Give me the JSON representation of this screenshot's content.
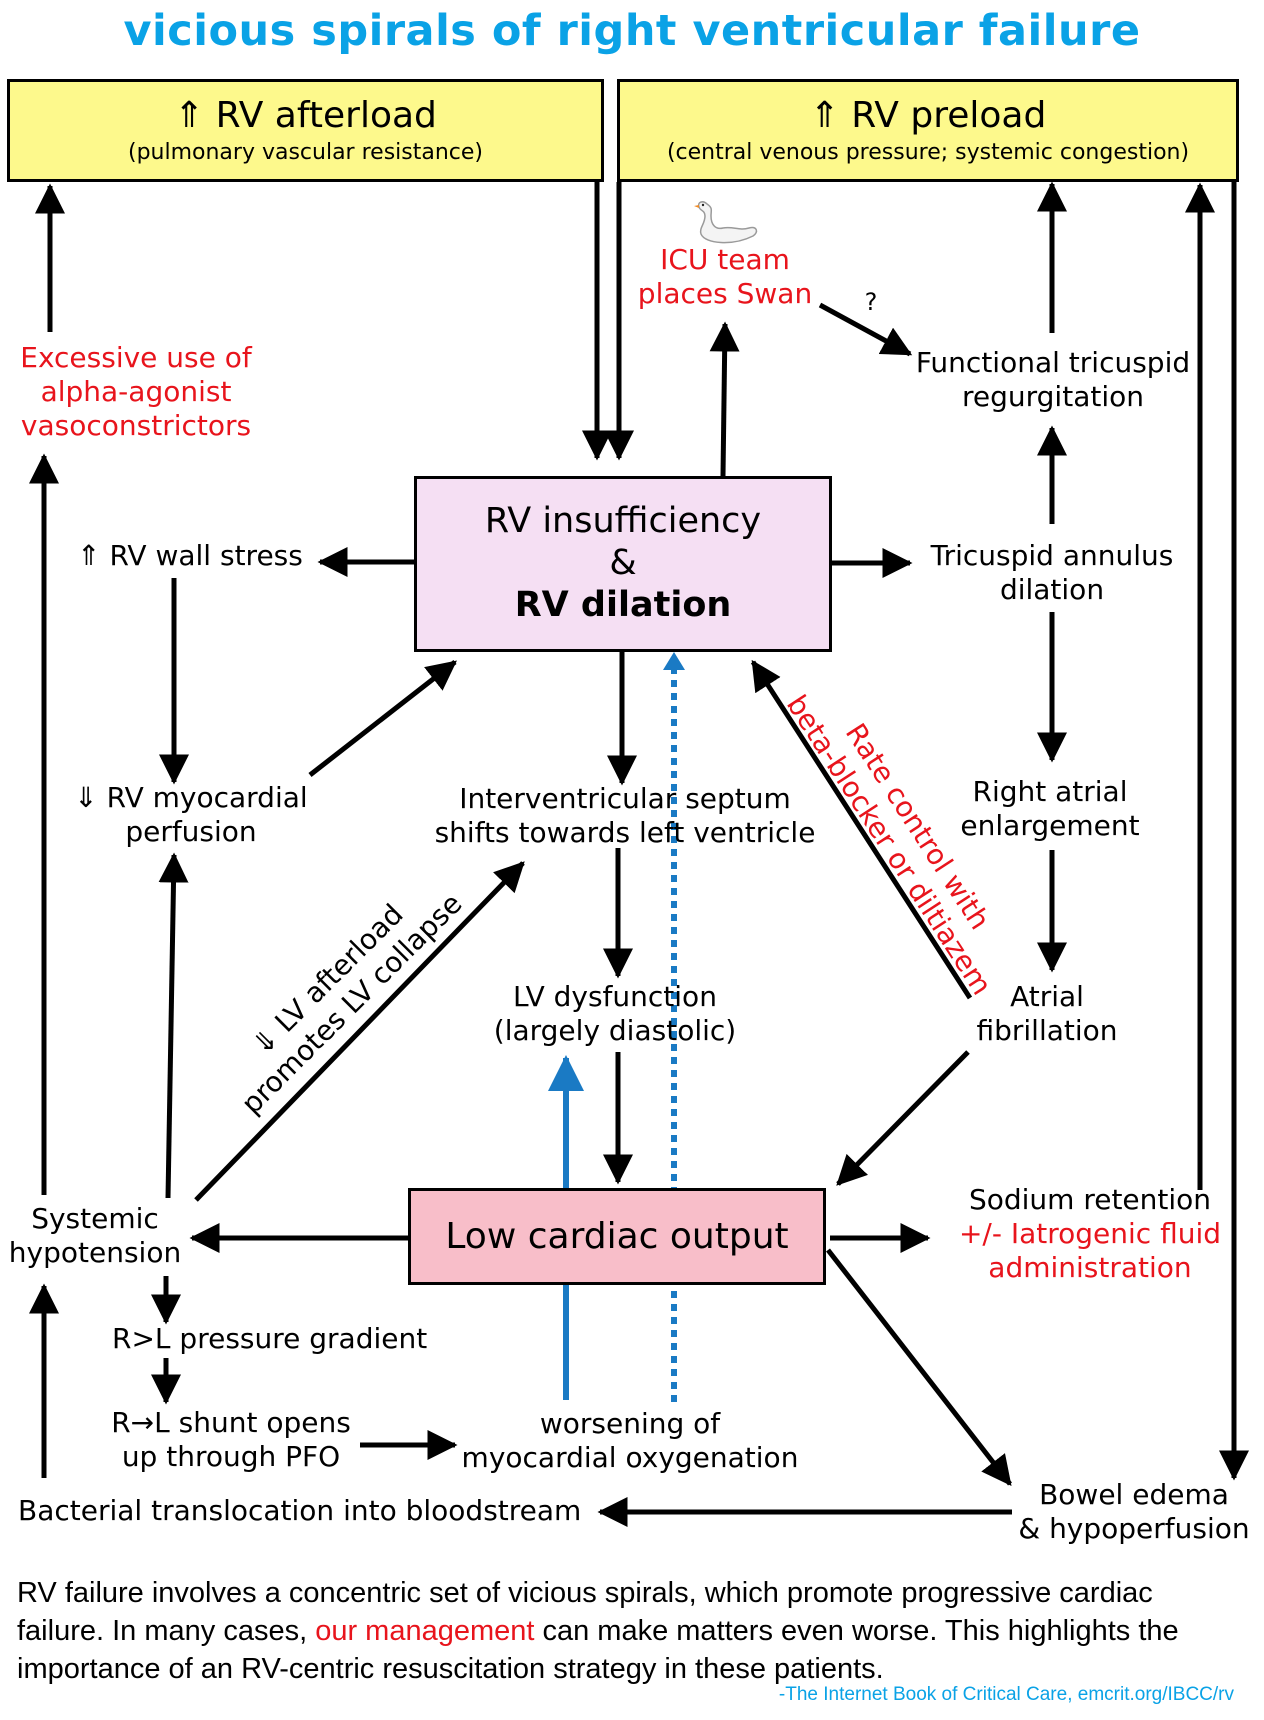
{
  "title": "vicious spirals of right ventricular failure",
  "colors": {
    "title": "#0aa2e6",
    "top_box_fill": "#fdf98c",
    "rv_box_fill": "#f5dff3",
    "lco_box_fill": "#f8bec9",
    "red_text": "#e8141c",
    "blue_arrow": "#1a7ac4"
  },
  "boxes": {
    "afterload": {
      "title": "⇑ RV afterload",
      "subtitle": "(pulmonary vascular resistance)"
    },
    "preload": {
      "title": "⇑ RV preload",
      "subtitle": "(central venous pressure; systemic congestion)"
    },
    "rv": {
      "line1": "RV insufficiency",
      "line2": "&",
      "line3": "RV dilation"
    },
    "lco": {
      "label": "Low cardiac output"
    }
  },
  "nodes": {
    "swan_icon": "swan-icon",
    "icu_team": [
      "ICU team",
      "places Swan"
    ],
    "question": "?",
    "tricuspid_regurg": [
      "Functional tricuspid",
      "regurgitation"
    ],
    "alpha": [
      "Excessive use of",
      "alpha-agonist",
      "vasoconstrictors"
    ],
    "wall_stress": "⇑ RV wall stress",
    "annulus": [
      "Tricuspid annulus",
      "dilation"
    ],
    "myocardial_perfusion": [
      "⇓ RV myocardial",
      "perfusion"
    ],
    "septum": [
      "Interventricular septum",
      "shifts towards left ventricle"
    ],
    "right_atrial": [
      "Right atrial",
      "enlargement"
    ],
    "lv_dysfunction": [
      "LV dysfunction",
      "(largely diastolic)"
    ],
    "afib": [
      "Atrial",
      "fibrillation"
    ],
    "systemic_hypotension": [
      "Systemic",
      "hypotension"
    ],
    "sodium": [
      "Sodium retention"
    ],
    "iatrogenic": [
      "+/- Iatrogenic fluid",
      "administration"
    ],
    "pressure_gradient": "R>L pressure gradient",
    "shunt": [
      "R→L shunt opens",
      "up through PFO"
    ],
    "oxygenation": [
      "worsening of",
      "myocardial oxygenation"
    ],
    "bacterial": "Bacterial translocation into bloodstream",
    "bowel": [
      "Bowel edema",
      "& hypoperfusion"
    ],
    "lv_afterload_rot": [
      "⇓ LV afterload",
      "promotes LV collapse"
    ],
    "rate_control_rot": [
      "Rate control with",
      "beta-blocker or diltiazem"
    ]
  },
  "footer": {
    "part1": "RV failure involves a concentric set of vicious spirals, which promote progressive cardiac failure.  In many cases, ",
    "highlight": "our management",
    "part2": " can make matters even worse. This highlights the importance of an RV-centric resuscitation strategy in these patients.",
    "credit": "-The Internet Book of Critical Care, emcrit.org/IBCC/rv"
  }
}
